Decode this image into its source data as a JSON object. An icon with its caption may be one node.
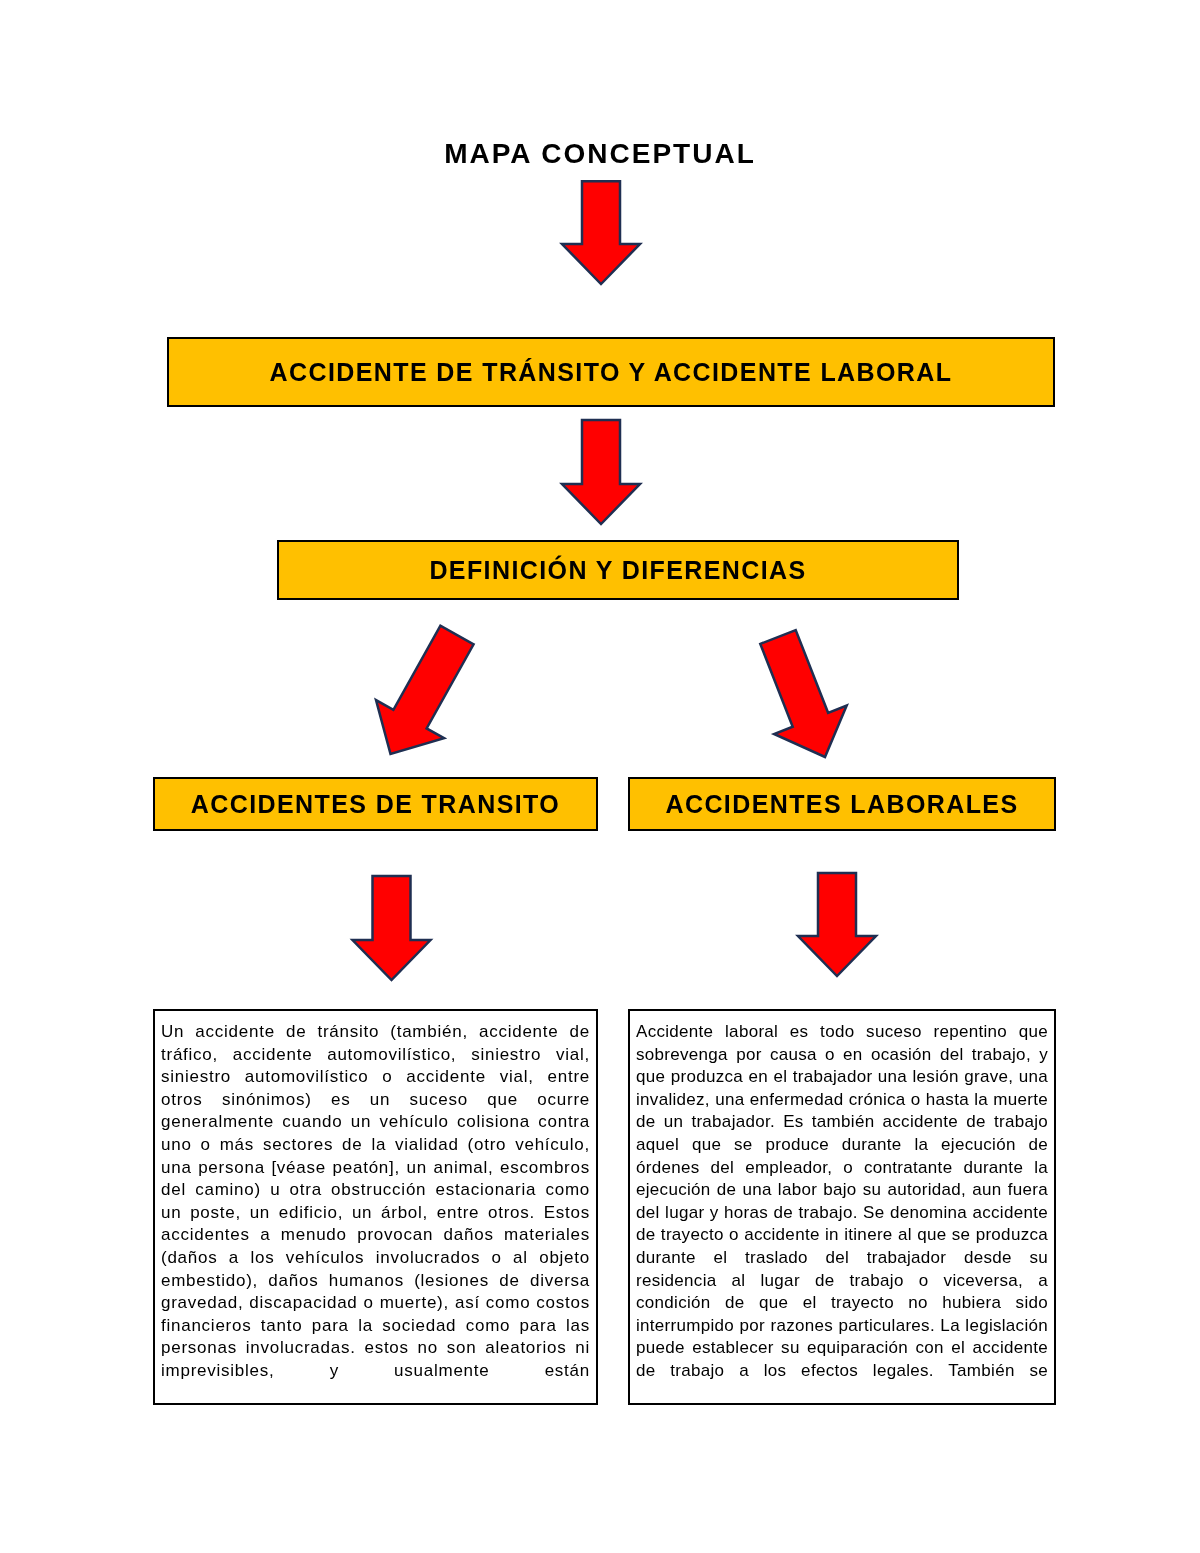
{
  "diagram": {
    "nodes": [
      {
        "text": [
          "MAPA CONCEPTUAL"
        ]
      },
      {
        "text": [
          "ACCIDENTE DE TRÁNSITO Y ACCIDENTE LABORAL"
        ]
      },
      {
        "text": [
          "DEFINICIÓN Y DIFERENCIAS"
        ]
      },
      {
        "text": [
          "ACCIDENTES DE TRANSITO"
        ]
      },
      {
        "text": [
          "ACCIDENTES LABORALES"
        ]
      },
      {
        "text": [
          "Un accidente de tránsito (también, accidente de tráfico, accidente automovilístico, siniestro vial, siniestro automovilístico o accidente vial, entre otros sinónimos) es un suceso que ocurre generalmente cuando un vehículo colisiona contra uno o más sectores de la vialidad (otro vehículo, una persona [véase peatón], un animal, escombros del camino) u otra obstrucción estacionaria como un poste, un edificio, un árbol, entre otros. Estos accidentes a menudo provocan daños materiales (daños a los vehículos involucrados o al objeto embestido), daños humanos (lesiones de diversa gravedad, discapacidad o muerte), así como costos financieros tanto para la sociedad como para las personas involucradas. estos no son aleatorios ni imprevisibles, y usualmente están"
        ]
      },
      {
        "text": [
          "Accidente laboral es todo suceso repentino que sobrevenga por causa o en ocasión del trabajo, y que produzca en el trabajador una lesión grave, una invalidez, una enfermedad crónica o hasta la muerte de un trabajador. Es también accidente de trabajo aquel que se produce durante la ejecución de órdenes del empleador, o contratante durante la ejecución de una labor bajo su autoridad, aun fuera del lugar y horas de trabajo. Se denomina accidente de trayecto o accidente in itinere al que se produzca durante el traslado del trabajador desde su residencia al lugar de trabajo o viceversa, a condición de que el trayecto no hubiera sido interrumpido por razones particulares. La legislación puede establecer su equiparación con el accidente de trabajo a los efectos legales. También se"
        ]
      }
    ],
    "edges": [
      {
        "from": 0,
        "to": 1,
        "arrow": "to"
      },
      {
        "from": 1,
        "to": 2,
        "arrow": "to"
      },
      {
        "from": 2,
        "to": 3,
        "arrow": "to"
      },
      {
        "from": 2,
        "to": 4,
        "arrow": "to"
      },
      {
        "from": 3,
        "to": 5,
        "arrow": "to"
      },
      {
        "from": 4,
        "to": 6,
        "arrow": "to"
      }
    ]
  }
}
